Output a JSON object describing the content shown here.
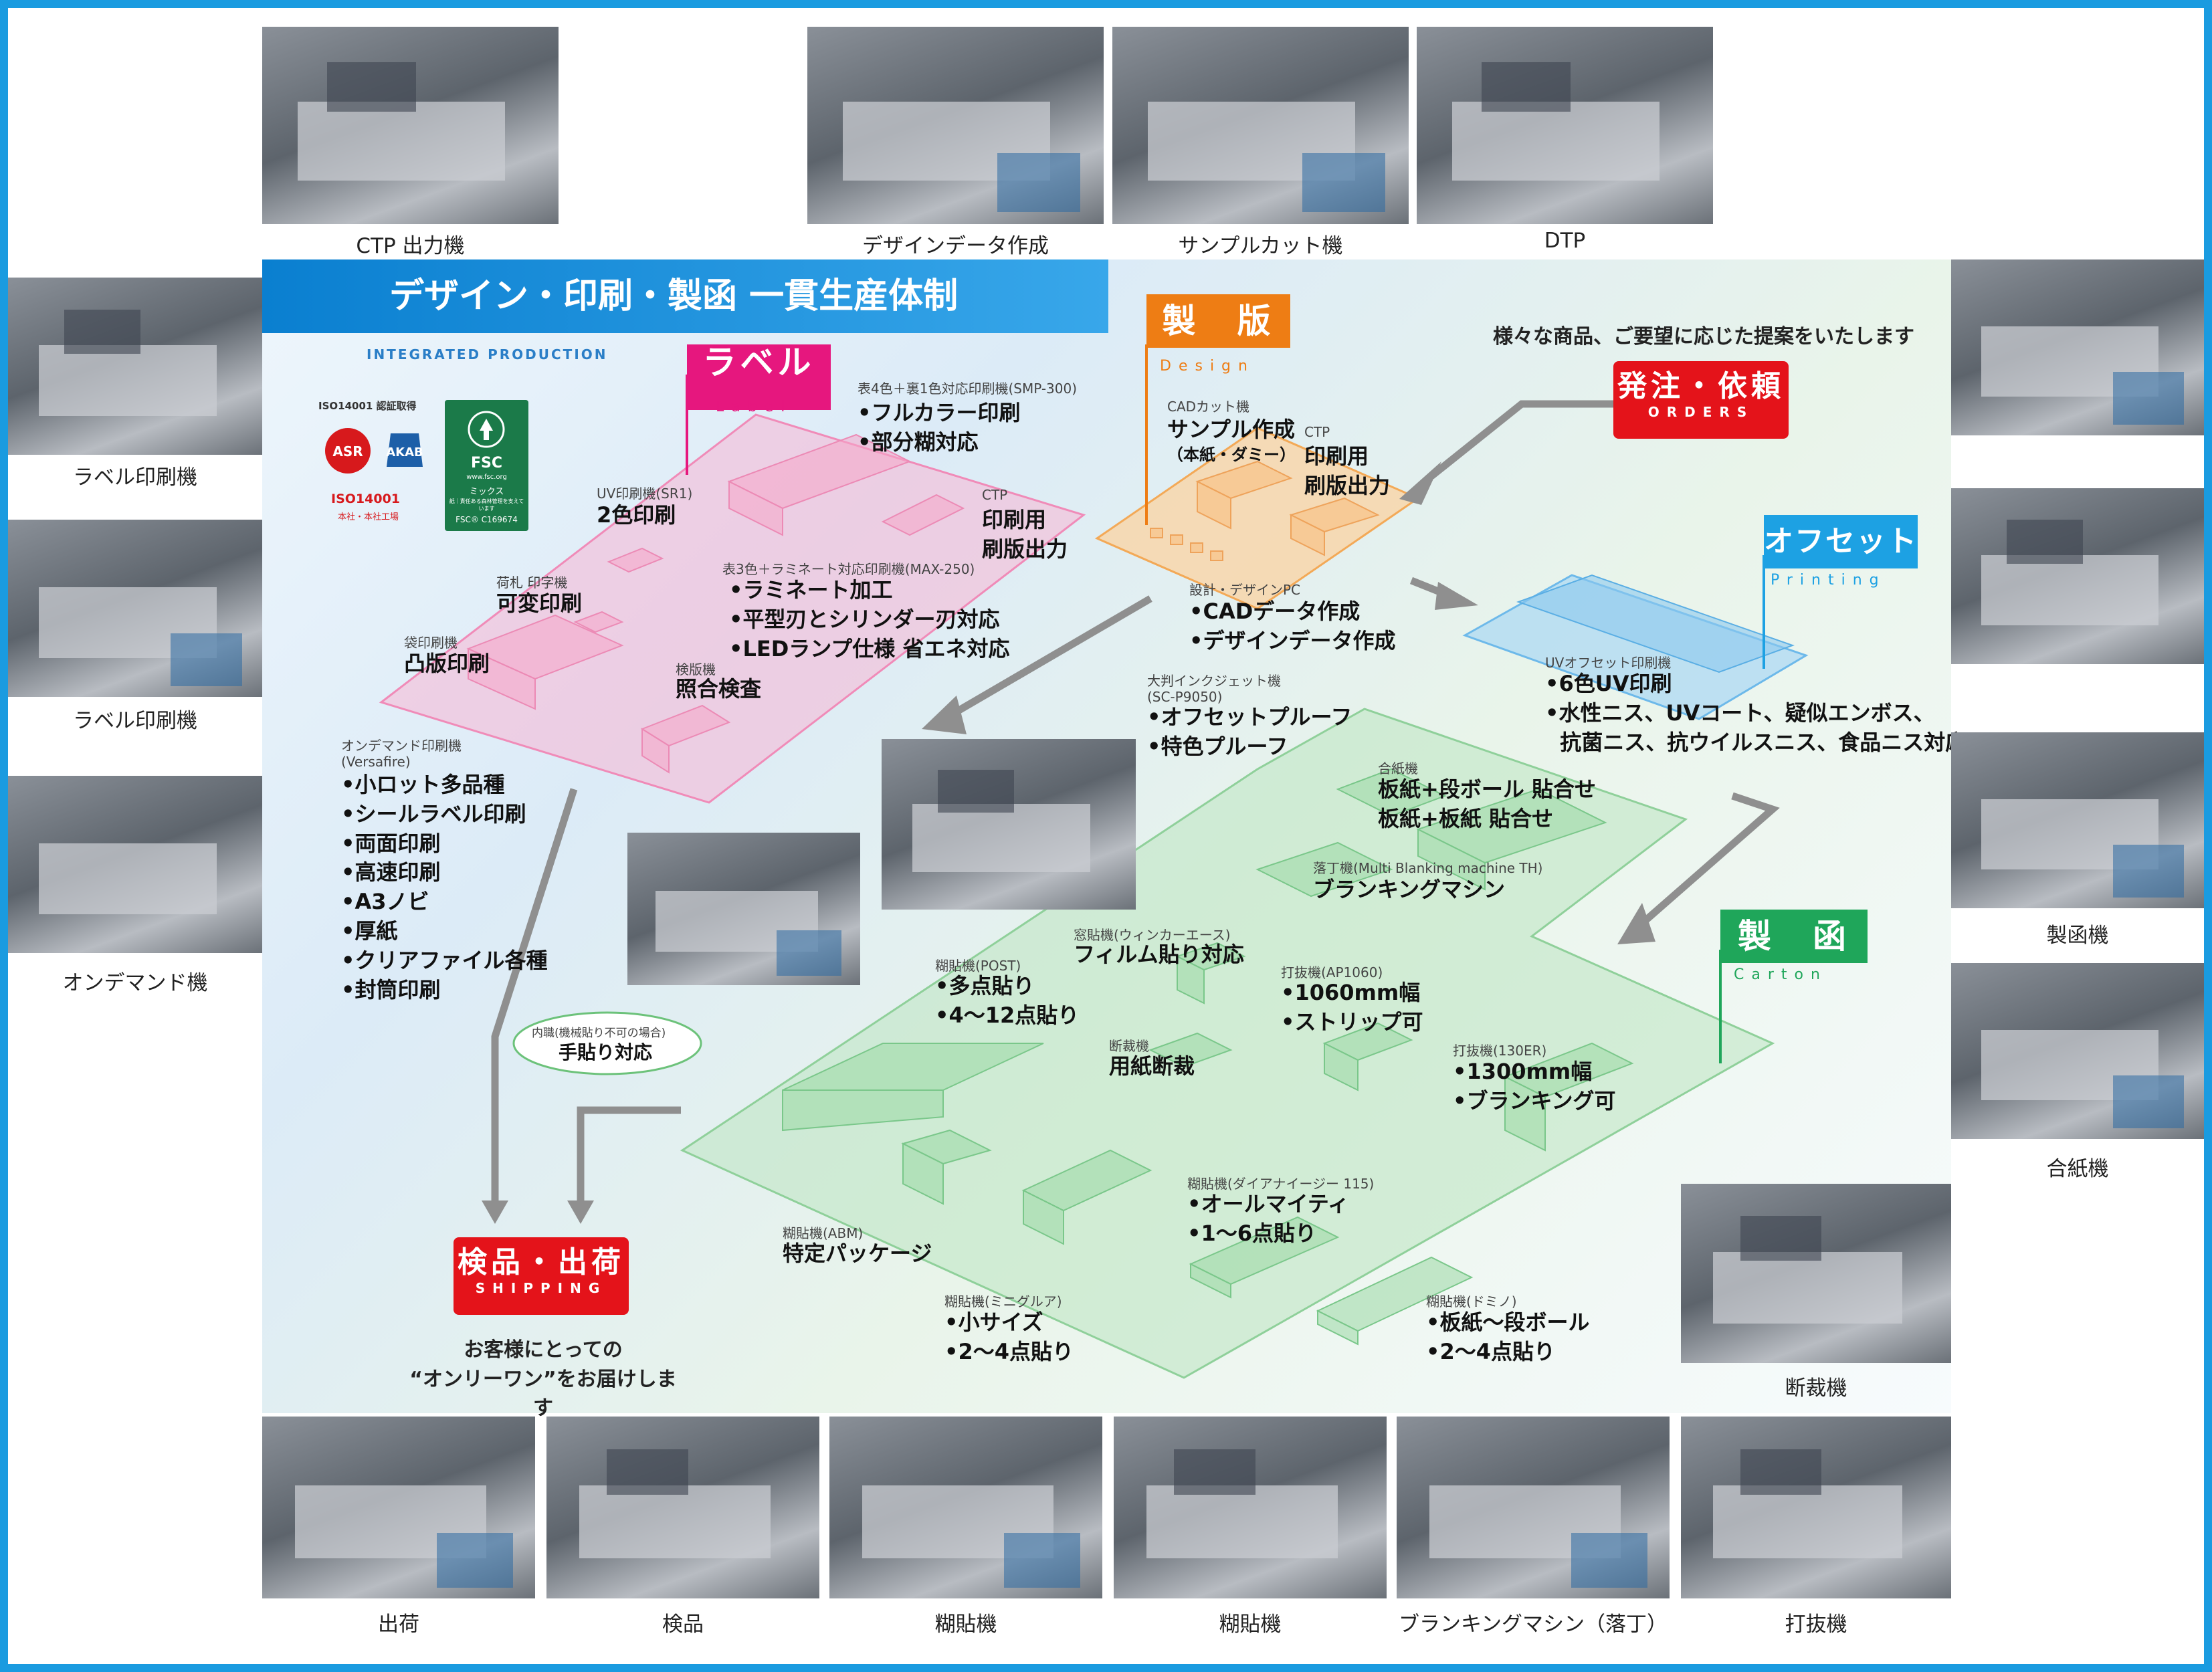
{
  "title": "デザイン・印刷・製函 一貫生産体制",
  "subtitle": "INTEGRATED PRODUCTION",
  "certs": {
    "iso_title": "ISO14001 認証取得",
    "iso_badge": "ISO14001",
    "iso_site": "本社・本社工場",
    "fsc_code": "FSC® C169674",
    "fsc_mix": "ミックス",
    "fsc_logo": "FSC",
    "fsc_small": "www.fsc.org",
    "fsc_small2": "紙｜責任ある森林管理を支えています"
  },
  "top_captions": [
    "CTP 出力機",
    "デザインデータ作成",
    "サンプルカット機",
    "DTP"
  ],
  "left_captions": [
    "ラベル印刷機",
    "ラベル印刷機",
    "オンデマンド機"
  ],
  "right_captions": [
    "製函機",
    "合紙機",
    "断裁機"
  ],
  "bottom_captions": [
    "出荷",
    "検品",
    "糊貼機",
    "糊貼機",
    "ブランキングマシン（落丁）",
    "打抜機"
  ],
  "tags": {
    "label": {
      "big": "ラベル",
      "small": "Label"
    },
    "seihan": {
      "big": "製　版",
      "small": "Design"
    },
    "orders": {
      "big": "発注・依頼",
      "small": "ORDERS"
    },
    "offset": {
      "big": "オフセット",
      "small": "Printing"
    },
    "carton": {
      "big": "製　函",
      "small": "Carton"
    },
    "shipping": {
      "big": "検品・出荷",
      "small": "SHIPPING"
    }
  },
  "proposal": "様々な商品、ご要望に応じた提案をいたします",
  "shipping_msg": [
    "お客様にとっての",
    "“オンリーワン”をお届けします"
  ],
  "label_section": {
    "smp": {
      "name": "表4色＋裏1色対応印刷機(SMP-300)",
      "items": [
        "•フルカラー印刷",
        "•部分糊対応"
      ]
    },
    "ctp": {
      "name": "CTP",
      "items": [
        "印刷用",
        "刷版出力"
      ]
    },
    "uv": {
      "name": "UV印刷機(SR1)",
      "items": [
        "2色印刷"
      ]
    },
    "max": {
      "name": "表3色＋ラミネート対応印刷機(MAX-250)",
      "items": [
        "•ラミネート加工",
        "•平型刃とシリンダー刃対応",
        "•LEDランプ仕様 省エネ対応"
      ]
    },
    "tag": {
      "name": "荷札 印字機",
      "items": [
        "可変印刷"
      ]
    },
    "bag": {
      "name": "袋印刷機",
      "items": [
        "凸版印刷"
      ]
    },
    "inspect": {
      "name": "検版機",
      "items": [
        "照合検査"
      ]
    },
    "ondemand": {
      "name": "オンデマンド印刷機\n(Versafire)",
      "items": [
        "•小ロット多品種",
        "•シールラベル印刷",
        "•両面印刷",
        "•高速印刷",
        "•A3ノビ",
        "•厚紙",
        "•クリアファイル各種",
        "•封筒印刷"
      ]
    },
    "hand": {
      "name": "内職(機械貼り不可の場合)",
      "items": [
        "手貼り対応"
      ]
    }
  },
  "seihan_section": {
    "cad": {
      "name": "CADカット機",
      "items": [
        "サンプル作成",
        "（本紙・ダミー）"
      ]
    },
    "ctp": {
      "name": "CTP",
      "items": [
        "印刷用",
        "刷版出力"
      ]
    },
    "pc": {
      "name": "設計・デザインPC",
      "items": [
        "•CADデータ作成",
        "•デザインデータ作成"
      ]
    },
    "inkjet": {
      "name": "大判インクジェット機\n(SC-P9050)",
      "items": [
        "•オフセットプルーフ",
        "•特色プルーフ"
      ]
    }
  },
  "offset_section": {
    "uv": {
      "name": "UVオフセット印刷機",
      "items": [
        "•6色UV印刷",
        "•水性ニス、UVコート、疑似エンボス、",
        "  抗菌ニス、抗ウイルスニス、食品ニス対応"
      ]
    }
  },
  "carton_section": {
    "gassi": {
      "name": "合紙機",
      "items": [
        "板紙+段ボール 貼合せ",
        "板紙+板紙 貼合せ"
      ]
    },
    "blank": {
      "name": "落丁機(Multi Blanking machine TH)",
      "items": [
        "ブランキングマシン"
      ]
    },
    "window": {
      "name": "窓貼機(ウィンカーエース)",
      "items": [
        "フィルム貼り対応"
      ]
    },
    "post": {
      "name": "糊貼機(POST)",
      "items": [
        "•多点貼り",
        "•4～12点貼り"
      ]
    },
    "ap1060": {
      "name": "打抜機(AP1060)",
      "items": [
        "•1060mm幅",
        "•ストリップ可"
      ]
    },
    "cut": {
      "name": "断裁機",
      "items": [
        "用紙断裁"
      ]
    },
    "er130": {
      "name": "打抜機(130ER)",
      "items": [
        "•1300mm幅",
        "•ブランキング可"
      ]
    },
    "diana": {
      "name": "糊貼機(ダイアナイージー 115)",
      "items": [
        "•オールマイティ",
        "•1～6点貼り"
      ]
    },
    "abm": {
      "name": "糊貼機(ABM)",
      "items": [
        "特定パッケージ"
      ]
    },
    "mini": {
      "name": "糊貼機(ミニグルア)",
      "items": [
        "•小サイズ",
        "•2～4点貼り"
      ]
    },
    "domino": {
      "name": "糊貼機(ドミノ)",
      "items": [
        "•板紙～段ボール",
        "•2～4点貼り"
      ]
    }
  },
  "colors": {
    "frame": "#1a9be0",
    "label": "#e6177e",
    "seihan": "#ee7d14",
    "orders": "#e4131a",
    "offset": "#1da1e3",
    "carton": "#1fa65a",
    "shipping": "#e4131a"
  }
}
